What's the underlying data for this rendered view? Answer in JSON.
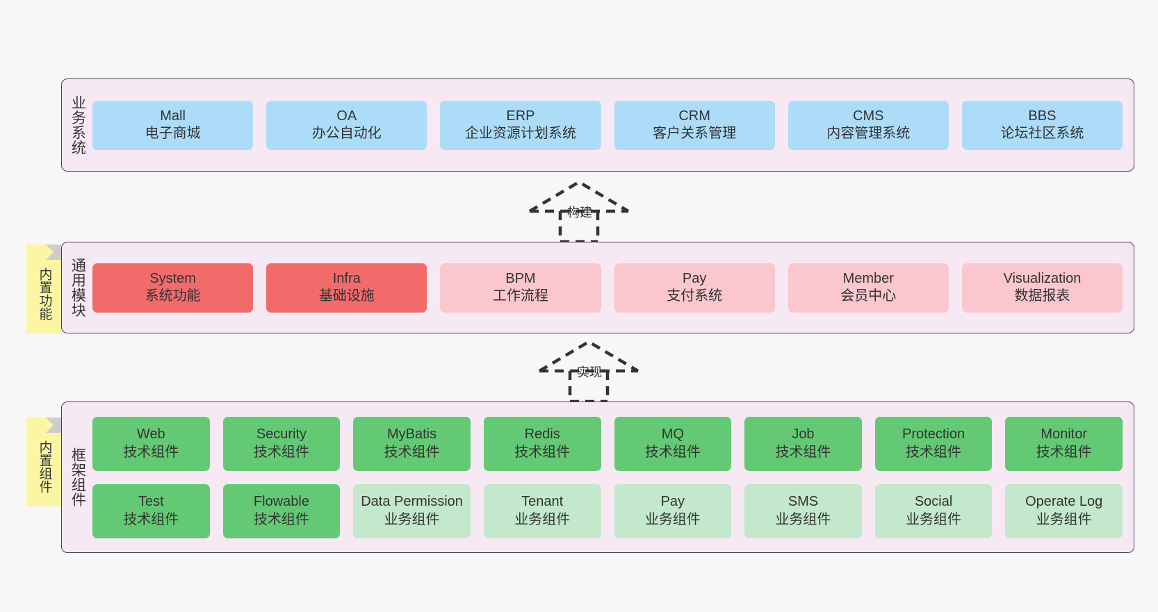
{
  "diagram": {
    "title": "",
    "background": "#f7f7f7",
    "colors": {
      "panel": "#f7e9f3",
      "panel_border": "#46404a",
      "business_box": "#addcf8",
      "module_core": "#f26b6b",
      "module_normal": "#fbc6cd",
      "tech_component": "#63c974",
      "biz_component": "#c3e8cb",
      "note": "#fcf6a4",
      "note_fold": "#cfcfcf"
    }
  },
  "layers": {
    "business": {
      "title": "业务系统",
      "items": [
        {
          "name": "Mall",
          "desc": "电子商城"
        },
        {
          "name": "OA",
          "desc": "办公自动化"
        },
        {
          "name": "ERP",
          "desc": "企业资源计划系统"
        },
        {
          "name": "CRM",
          "desc": "客户关系管理"
        },
        {
          "name": "CMS",
          "desc": "内容管理系统"
        },
        {
          "name": "BBS",
          "desc": "论坛社区系统"
        }
      ]
    },
    "common": {
      "title": "通用模块",
      "items": [
        {
          "name": "System",
          "desc": "系统功能"
        },
        {
          "name": "Infra",
          "desc": "基础设施"
        },
        {
          "name": "BPM",
          "desc": "工作流程"
        },
        {
          "name": "Pay",
          "desc": "支付系统"
        },
        {
          "name": "Member",
          "desc": "会员中心"
        },
        {
          "name": "Visualization",
          "desc": "数据报表"
        }
      ]
    },
    "framework": {
      "title": "框架组件",
      "row1": [
        {
          "name": "Web",
          "desc": "技术组件"
        },
        {
          "name": "Security",
          "desc": "技术组件"
        },
        {
          "name": "MyBatis",
          "desc": "技术组件"
        },
        {
          "name": "Redis",
          "desc": "技术组件"
        },
        {
          "name": "MQ",
          "desc": "技术组件"
        },
        {
          "name": "Job",
          "desc": "技术组件"
        },
        {
          "name": "Protection",
          "desc": "技术组件"
        },
        {
          "name": "Monitor",
          "desc": "技术组件"
        }
      ],
      "row2": [
        {
          "name": "Test",
          "desc": "技术组件"
        },
        {
          "name": "Flowable",
          "desc": "技术组件"
        },
        {
          "name": "Data Permission",
          "desc": "业务组件"
        },
        {
          "name": "Tenant",
          "desc": "业务组件"
        },
        {
          "name": "Pay",
          "desc": "业务组件"
        },
        {
          "name": "SMS",
          "desc": "业务组件"
        },
        {
          "name": "Social",
          "desc": "业务组件"
        },
        {
          "name": "Operate Log",
          "desc": "业务组件"
        }
      ]
    }
  },
  "notes": [
    {
      "id": "functions",
      "label": "内置功能"
    },
    {
      "id": "components",
      "label": "内置组件"
    }
  ],
  "arrows": [
    {
      "id": "build",
      "label": "构建",
      "style": "dashed-generalization",
      "direction": "up"
    },
    {
      "id": "impl",
      "label": "实现",
      "style": "dashed-generalization",
      "direction": "up"
    }
  ]
}
